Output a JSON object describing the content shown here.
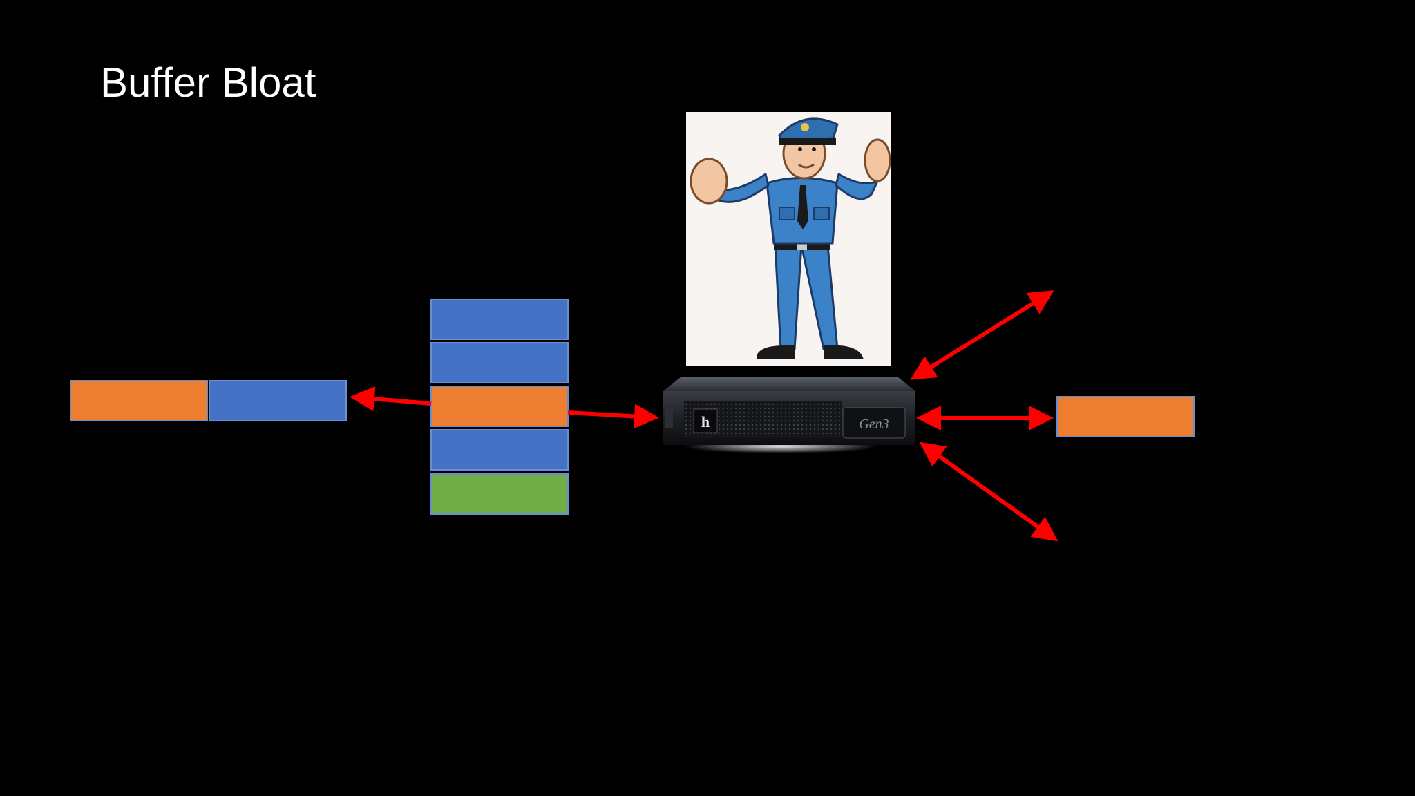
{
  "slide": {
    "title": "Buffer Bloat"
  },
  "colors": {
    "background": "#000000",
    "packet_blue": "#4472C4",
    "packet_orange": "#ED7D31",
    "packet_green": "#70AD47",
    "arrow": "#FF0000",
    "title_text": "#FFFFFF"
  },
  "diagram": {
    "outgoing_queue": [
      "orange",
      "blue"
    ],
    "buffer_stack": [
      "blue",
      "blue",
      "orange",
      "blue",
      "green"
    ],
    "router": {
      "icon": "server-appliance-icon",
      "badge_text": "Gen3"
    },
    "policeman": {
      "icon": "traffic-police-officer-icon"
    },
    "destination_packet": "orange"
  }
}
